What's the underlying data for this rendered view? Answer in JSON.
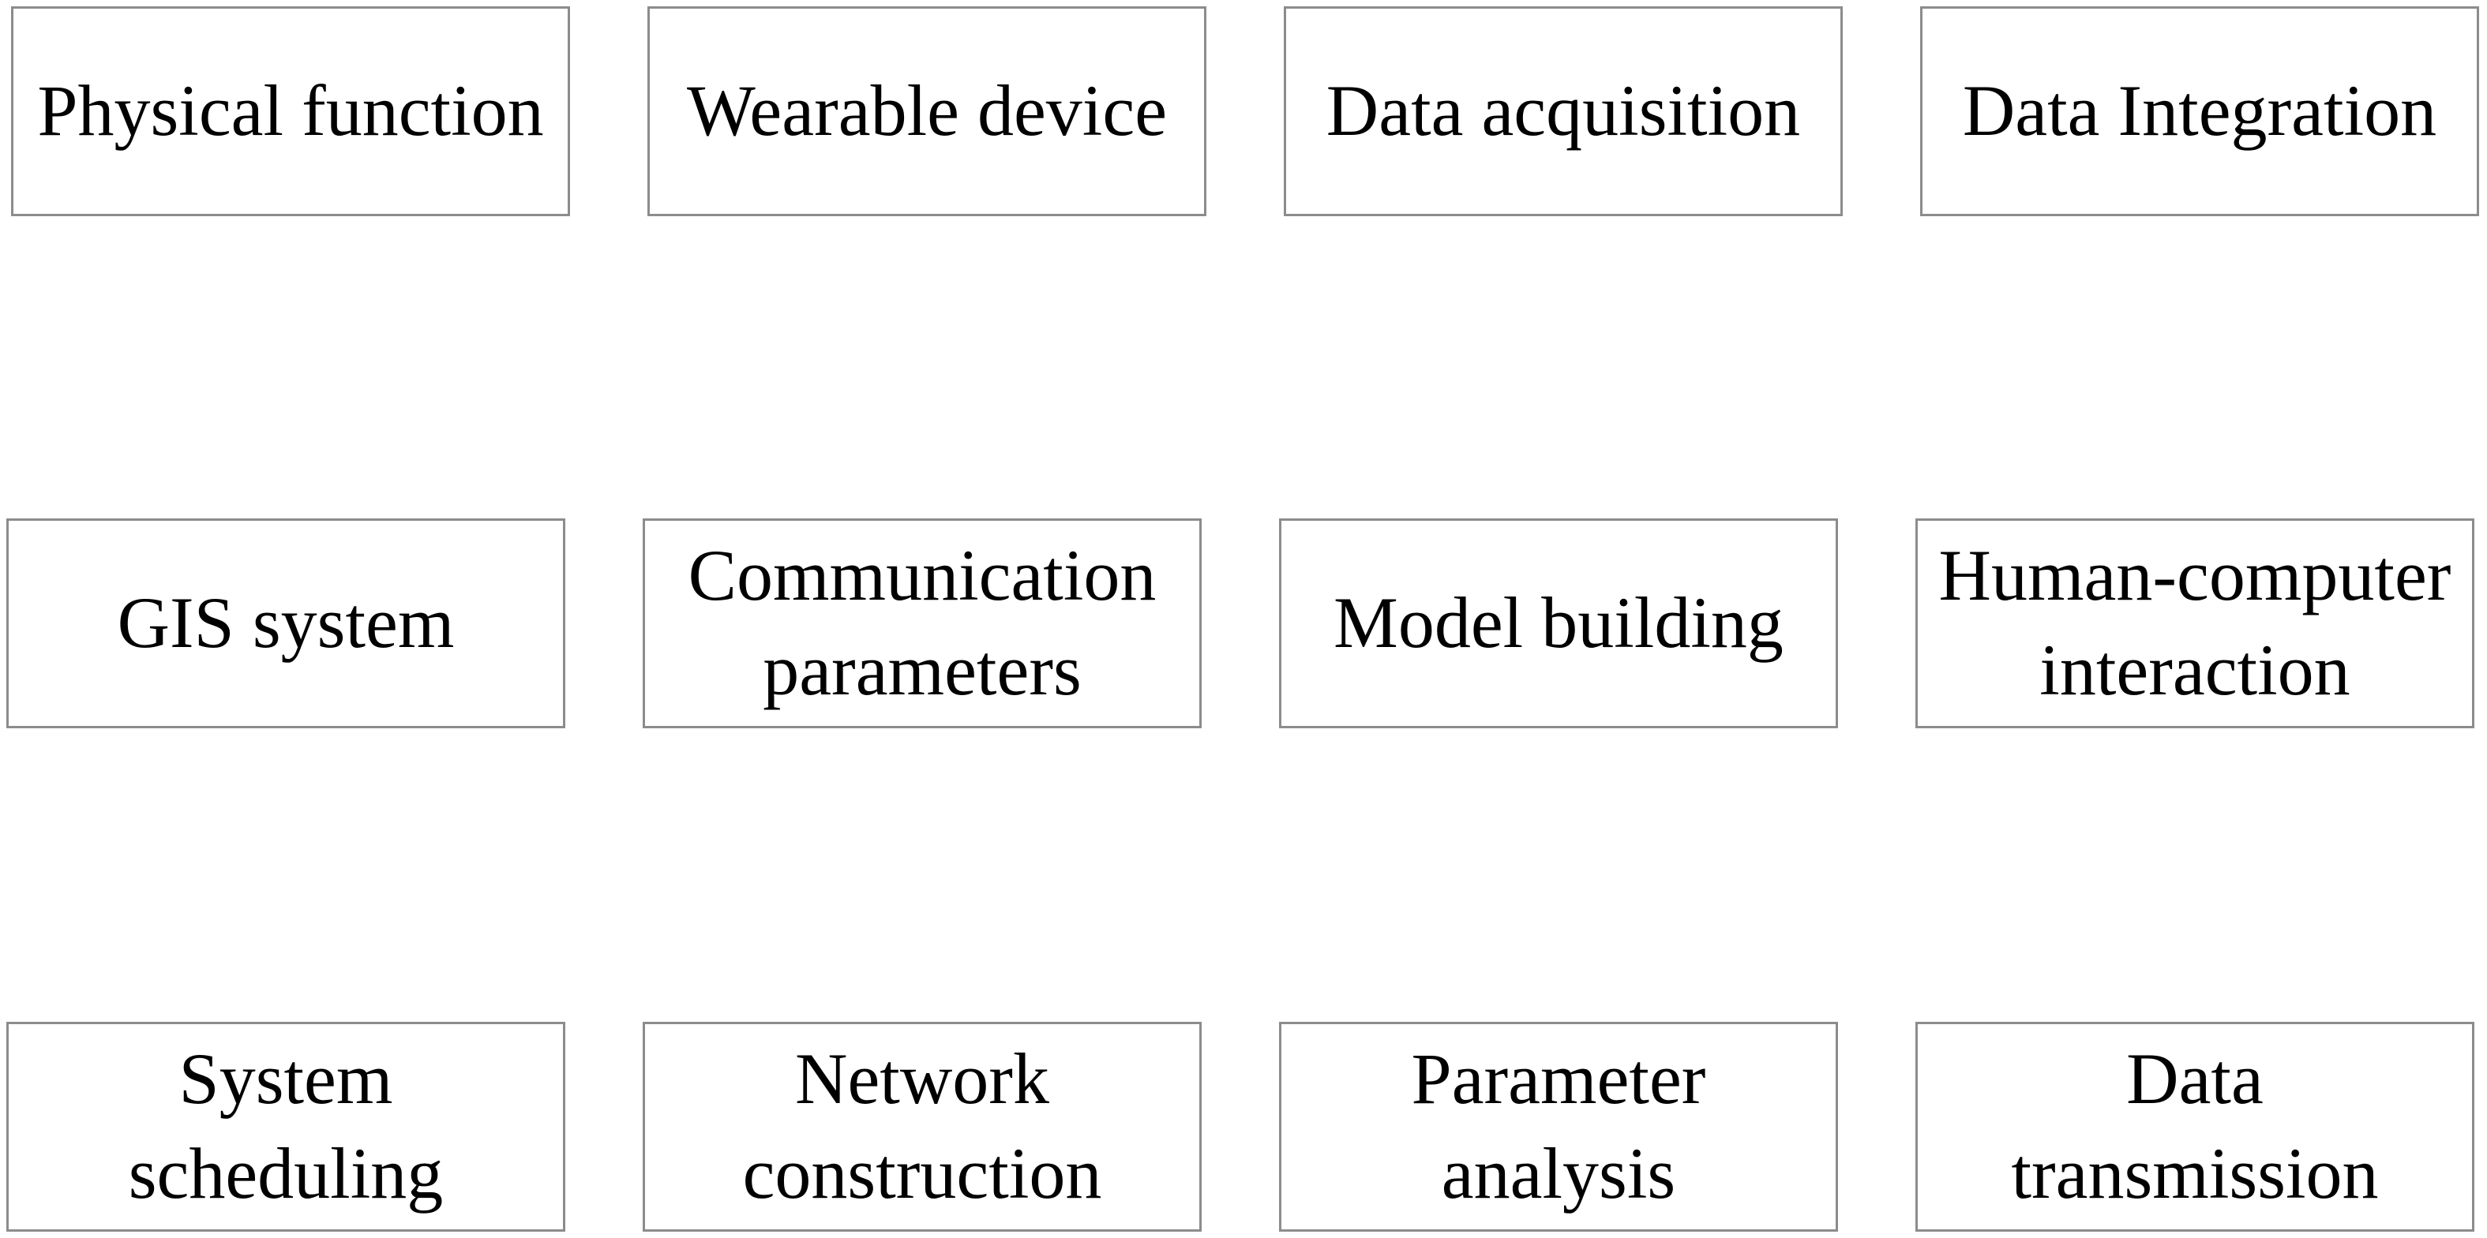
{
  "boxes": [
    "Physical function",
    "Wearable device",
    "Data acquisition",
    "Data Integration",
    "GIS system",
    "Communication\nparameters",
    "Model building",
    "Human-computer\ninteraction",
    "System\nscheduling",
    "Network\nconstruction",
    "Parameter\nanalysis",
    "Data\ntransmission"
  ],
  "colors": {
    "border": "#8c8c8c",
    "text": "#000000",
    "background": "#ffffff"
  }
}
